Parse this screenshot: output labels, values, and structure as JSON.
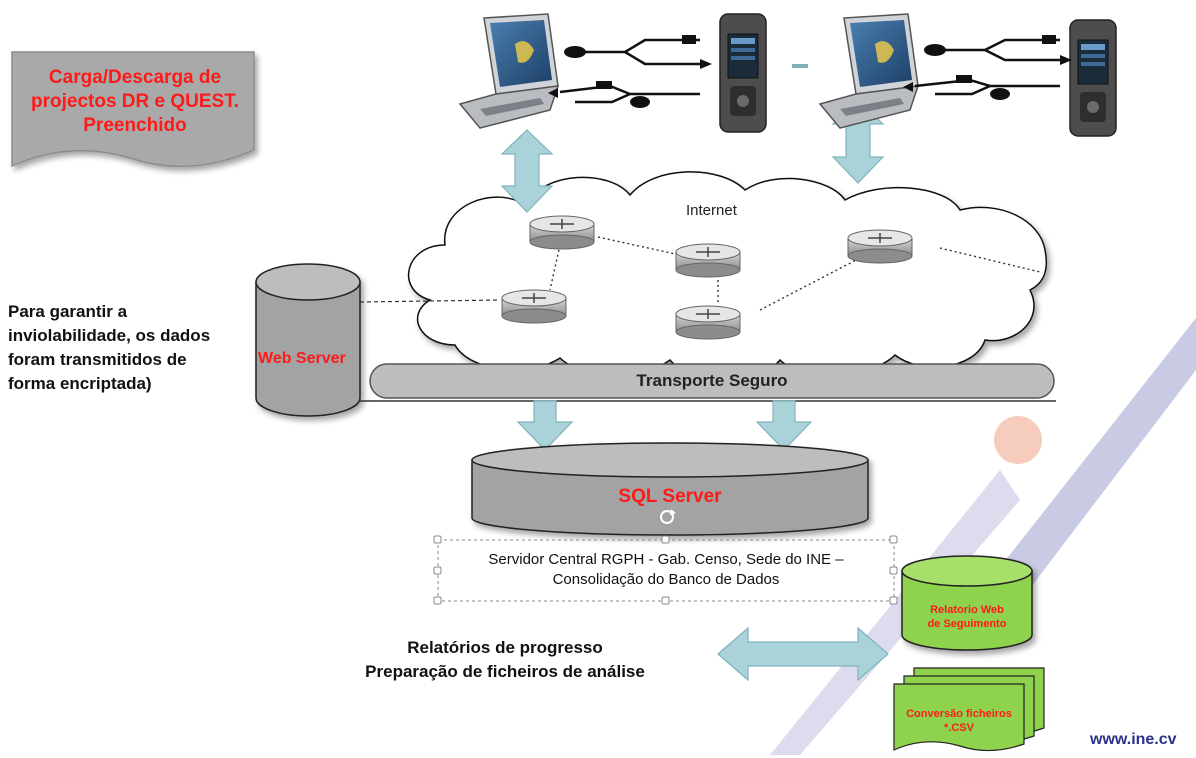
{
  "note": {
    "line1": "Carga/Descarga  de",
    "line2": "projectos DR e QUEST.",
    "line3": "Preenchido"
  },
  "security_note": {
    "line1": "Para garantir a",
    "line2": "inviolabilidade, os dados",
    "line3": "foram transmitidos de",
    "line4": "forma encriptada)"
  },
  "internet_label": "Internet",
  "web_server_label": "Web Server",
  "transport_label": "Transporte Seguro",
  "sql_server_label": "SQL Server",
  "central_server": {
    "line1": "Servidor Central RGPH - Gab. Censo, Sede do INE –",
    "line2": "Consolidação do Banco de Dados"
  },
  "progress": {
    "line1": "Relatórios de progresso",
    "line2": "Preparação de ficheiros de análise"
  },
  "web_report": {
    "line1": "Relatorio Web",
    "line2": "de Seguimento"
  },
  "csv_conversion": {
    "line1": "Conversão ficheiros",
    "line2": "*.CSV"
  },
  "website": "www.ine.cv",
  "colors": {
    "accent_red": "#ff1a1a",
    "note_fill": "#a9a9a9",
    "arrow_fill": "#a9d3d9",
    "green_fill": "#8ed24d",
    "logo_blue": "#2a2f8a",
    "logo_orange": "#f07a4e"
  }
}
